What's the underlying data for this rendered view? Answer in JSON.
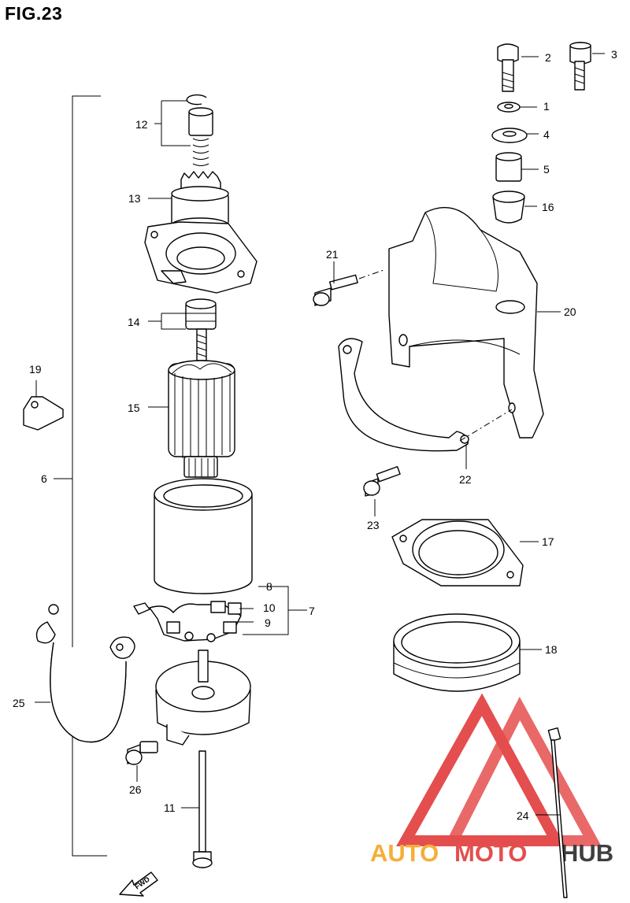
{
  "figure": {
    "title": "FIG.23"
  },
  "parts": [
    {
      "ref": "1"
    },
    {
      "ref": "2"
    },
    {
      "ref": "3"
    },
    {
      "ref": "4"
    },
    {
      "ref": "5"
    },
    {
      "ref": "6"
    },
    {
      "ref": "7"
    },
    {
      "ref": "8"
    },
    {
      "ref": "9"
    },
    {
      "ref": "10"
    },
    {
      "ref": "11"
    },
    {
      "ref": "12"
    },
    {
      "ref": "13"
    },
    {
      "ref": "14"
    },
    {
      "ref": "15"
    },
    {
      "ref": "16"
    },
    {
      "ref": "17"
    },
    {
      "ref": "18"
    },
    {
      "ref": "19"
    },
    {
      "ref": "20"
    },
    {
      "ref": "21"
    },
    {
      "ref": "22"
    },
    {
      "ref": "23"
    },
    {
      "ref": "24"
    },
    {
      "ref": "25"
    },
    {
      "ref": "26"
    }
  ],
  "direction_marker": {
    "text": "FWD"
  },
  "watermark": {
    "part1": "AUTO",
    "part2": "MOTO",
    "part3": "HUB"
  },
  "colors": {
    "line": "#000000",
    "watermark_red": "#e23b3b",
    "watermark_orange": "#f5a623",
    "watermark_dark": "#2b2b2b"
  }
}
